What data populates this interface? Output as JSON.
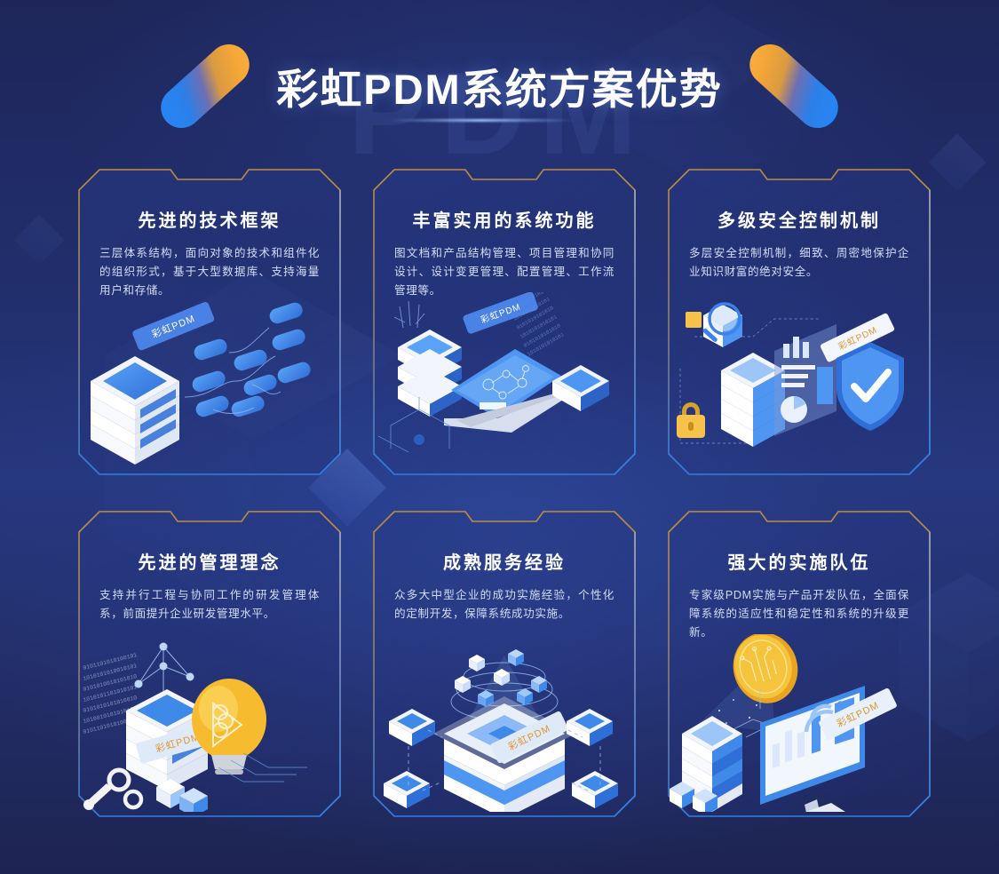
{
  "header": {
    "title": "彩虹PDM系统方案优势",
    "ghost_watermark": "PDM",
    "decor_left": "capsule-left",
    "decor_right": "capsule-right"
  },
  "brand_badge_label": "彩虹PDM",
  "colors": {
    "background_top": "#1e2659",
    "background_mid": "#26387f",
    "background_bottom": "#1d2452",
    "title_text": "#ffffff",
    "card_title": "#ffffff",
    "card_text": "#d3ddf4",
    "border_gold": "#c08c3e",
    "border_blue": "#2f7fe4",
    "border_silver": "#8fa0bd",
    "accent_orange": "#f3a93c",
    "accent_blue": "#2f80ed",
    "accent_light_blue": "#6fa8f5",
    "gold": "#f5c33b"
  },
  "cards": [
    {
      "id": "advanced-technical-framework",
      "title": "先进的技术框架",
      "description": "三层体系结构，面向对象的技术和组件化的组织形式，基于大型数据库、支持海量用户和存储。",
      "illustration": "server-rack-with-node-network",
      "badge": "彩虹PDM"
    },
    {
      "id": "rich-practical-system-features",
      "title": "丰富实用的系统功能",
      "description": "图文档和产品结构管理、项目管理和协同设计、设计变更管理、配置管理、工作流管理等。",
      "illustration": "laptop-with-servers-and-binary",
      "badge": "彩虹PDM"
    },
    {
      "id": "multi-level-security-control",
      "title": "多级安全控制机制",
      "description": "多层安全控制机制，细致、周密地保护企业知识财富的绝对安全。",
      "illustration": "shield-lock-magnifier-dashboard",
      "badge": "彩虹PDM"
    },
    {
      "id": "advanced-management-philosophy",
      "title": "先进的管理理念",
      "description": "支持并行工程与协同工作的研发管理体系，前面提升企业研发管理水平。",
      "illustration": "lightbulb-server-gears-network",
      "badge": "彩虹PDM"
    },
    {
      "id": "mature-service-experience",
      "title": "成熟服务经验",
      "description": "众多大中型企业的成功实施经验，个性化的定制开发，保障系统成功实施。",
      "illustration": "central-platform-with-satellite-nodes",
      "badge": "彩虹PDM"
    },
    {
      "id": "strong-implementation-team",
      "title": "强大的实施队伍",
      "description": "专家级PDM实施与产品开发队伍，全面保障系统的适应性和稳定性和系统的升级更新。",
      "illustration": "gold-coin-monitor-dashboard-server",
      "badge": "彩虹PDM"
    }
  ]
}
